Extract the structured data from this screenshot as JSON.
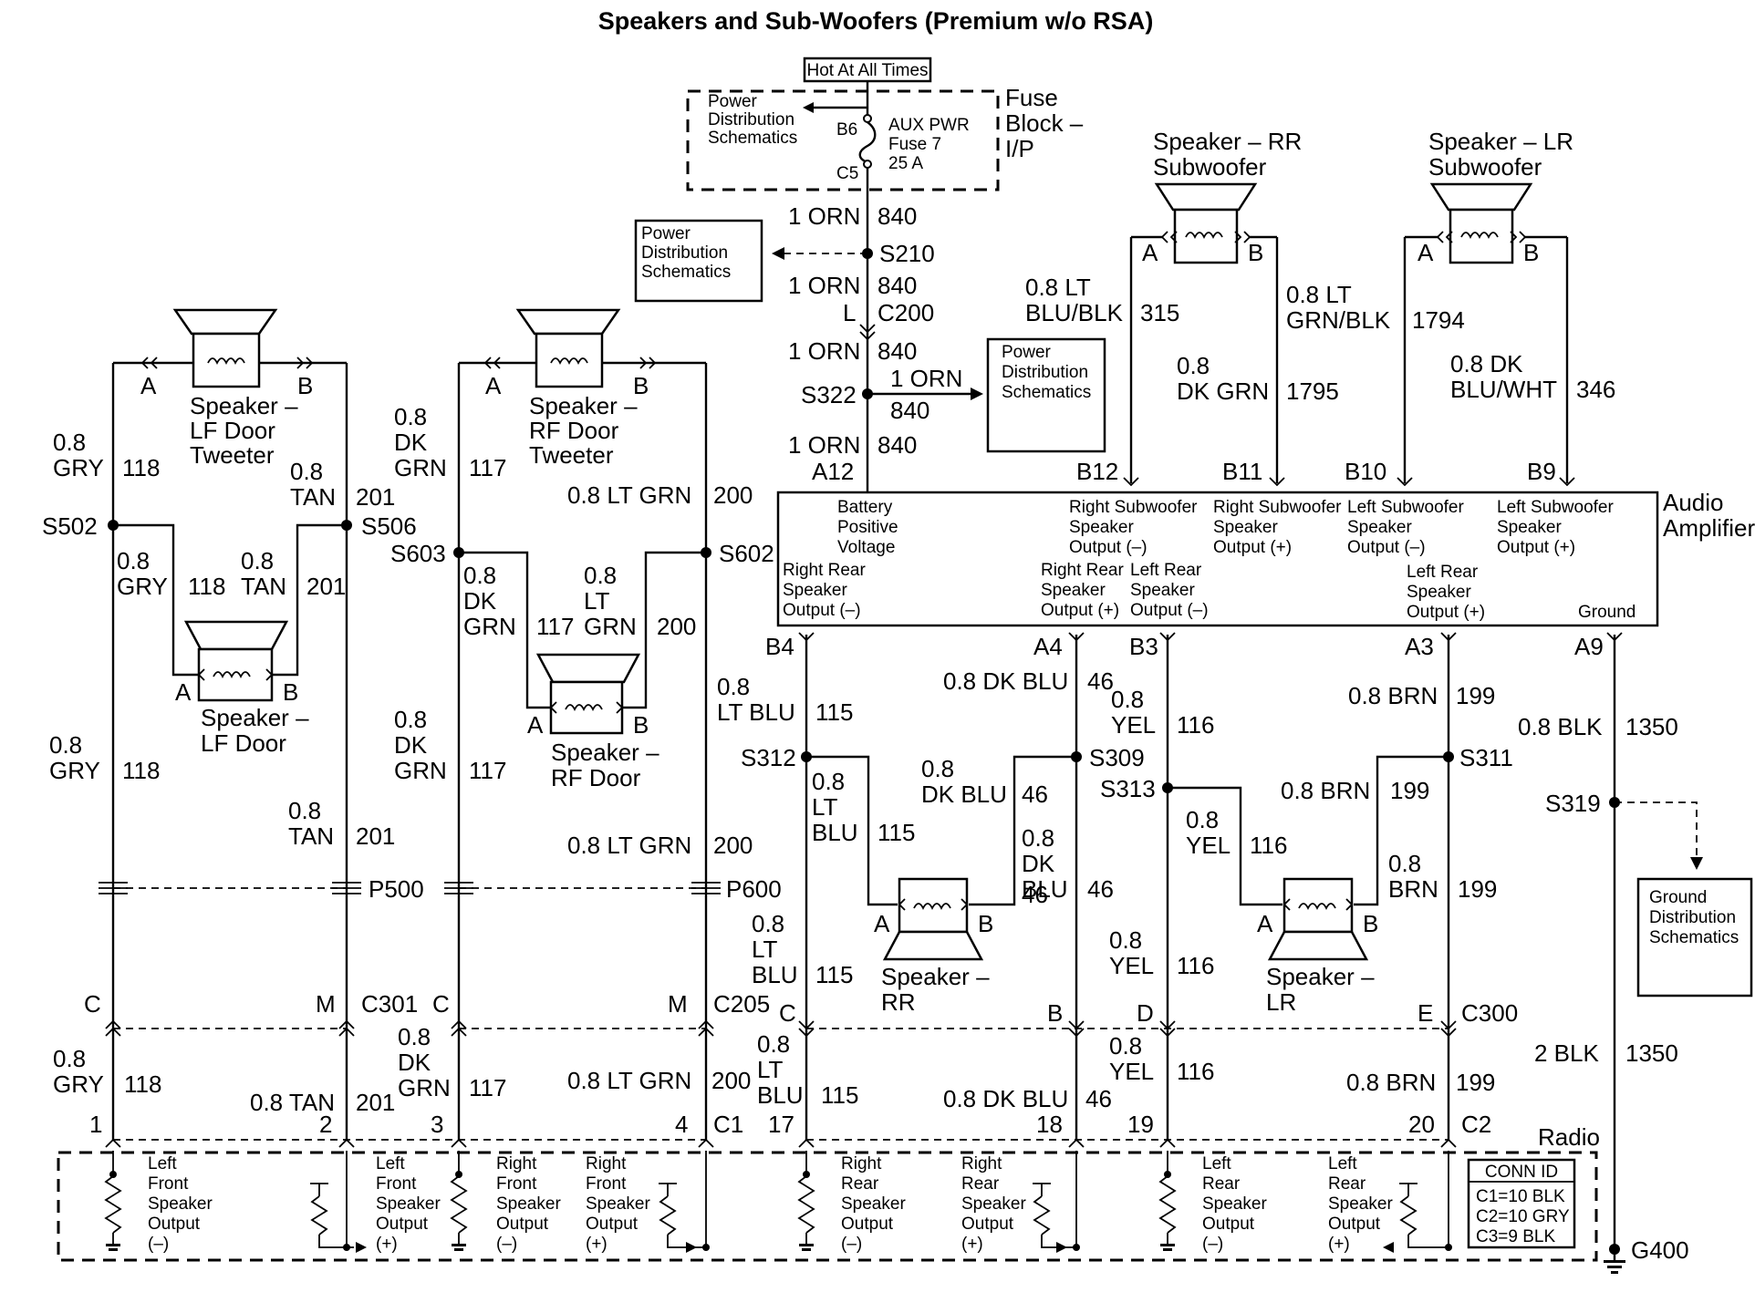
{
  "title": "Speakers and Sub-Woofers (Premium w/o RSA)",
  "fuse": {
    "hot_label": "Hot At All Times",
    "block_label": [
      "Fuse",
      "Block –",
      "I/P"
    ],
    "pins": {
      "top": "B6",
      "bottom": "C5"
    },
    "fuse_label": [
      "AUX PWR",
      "Fuse 7",
      "25 A"
    ],
    "pds_label": [
      "Power",
      "Distribution",
      "Schematics"
    ]
  },
  "power_distribution": [
    "Power",
    "Distribution",
    "Schematics"
  ],
  "ground_distribution": [
    "Ground",
    "Distribution",
    "Schematics"
  ],
  "feed": {
    "w1": [
      "1 ORN",
      "840"
    ],
    "splice_s210": "S210",
    "w2": [
      "1 ORN",
      "840"
    ],
    "c200": [
      "L",
      "C200"
    ],
    "w3": [
      "1 ORN",
      "840"
    ],
    "splice_s322": "S322",
    "branch": [
      "1 ORN",
      "840"
    ],
    "w4": [
      "1 ORN",
      "840"
    ],
    "pin": "A12"
  },
  "amplifier": {
    "label": [
      "Audio",
      "Amplifier"
    ],
    "top_pins": [
      "B12",
      "B11",
      "B10",
      "B9"
    ],
    "bottom_pins": [
      "B4",
      "A4",
      "B3",
      "A3",
      "A9"
    ],
    "terminals": {
      "battery": [
        "Battery",
        "Positive",
        "Voltage"
      ],
      "rsub_neg": [
        "Right Subwoofer",
        "Speaker",
        "Output (–)"
      ],
      "rsub_pos": [
        "Right Subwoofer",
        "Speaker",
        "Output (+)"
      ],
      "lsub_neg": [
        "Left Subwoofer",
        "Speaker",
        "Output (–)"
      ],
      "lsub_pos": [
        "Left Subwoofer",
        "Speaker",
        "Output (+)"
      ],
      "rr_neg": [
        "Right Rear",
        "Speaker",
        "Output (–)"
      ],
      "rr_pos": [
        "Right Rear",
        "Speaker",
        "Output (+)"
      ],
      "lr_neg": [
        "Left Rear",
        "Speaker",
        "Output (–)"
      ],
      "lr_pos": [
        "Left Rear",
        "Speaker",
        "Output (+)"
      ],
      "ground": "Ground"
    }
  },
  "subwoofers": {
    "rr": {
      "label": [
        "Speaker – RR",
        "Subwoofer"
      ],
      "pin_a": "A",
      "pin_b": "B"
    },
    "lr": {
      "label": [
        "Speaker – LR",
        "Subwoofer"
      ],
      "pin_a": "A",
      "pin_b": "B"
    },
    "w315": [
      "0.8 LT",
      "BLU/BLK",
      "315"
    ],
    "w1795": [
      "0.8",
      "DK GRN",
      "1795"
    ],
    "w1794": [
      "0.8 LT",
      "GRN/BLK",
      "1794"
    ],
    "w346": [
      "0.8 DK",
      "BLU/WHT",
      "346"
    ]
  },
  "speakers": {
    "lf_tweeter": [
      "Speaker –",
      "LF Door",
      "Tweeter"
    ],
    "rf_tweeter": [
      "Speaker –",
      "RF Door",
      "Tweeter"
    ],
    "lf_door": [
      "Speaker –",
      "LF Door"
    ],
    "rf_door": [
      "Speaker –",
      "RF Door"
    ],
    "rr": [
      "Speaker –",
      "RR"
    ],
    "lr": [
      "Speaker –",
      "LR"
    ],
    "pin_a": "A",
    "pin_b": "B"
  },
  "splices": {
    "s502": "S502",
    "s506": "S506",
    "s603": "S603",
    "s602": "S602",
    "s312": "S312",
    "s309": "S309",
    "s313": "S313",
    "s311": "S311",
    "s319": "S319"
  },
  "wires": {
    "gry": "0.8 GRY",
    "gry_a": "0.8",
    "gry_b": "GRY",
    "c118": "118",
    "tan": "0.8 TAN",
    "tan_a": "0.8",
    "tan_b": "TAN",
    "c201": "201",
    "dkgrn_a": "0.8",
    "dkgrn_b": "DK",
    "dkgrn_c": "GRN",
    "c117": "117",
    "ltgrn": "0.8 LT GRN",
    "ltgrn_a": "0.8",
    "ltgrn_b": "LT",
    "ltgrn_c": "GRN",
    "c200": "200",
    "ltblu_a": "0.8",
    "ltblu_b": "LT BLU",
    "ltblu_c": "LT",
    "ltblu_d": "BLU",
    "c115": "115",
    "dkblu": "0.8 DK BLU",
    "dkblu_b": "DK BLU",
    "dkblu_c": "DK",
    "dkblu_d": "BLU",
    "c46": "46",
    "yel_a": "0.8",
    "yel_b": "YEL",
    "c116": "116",
    "brn": "0.8 BRN",
    "brn_a": "0.8",
    "brn_b": "BRN",
    "c199": "199",
    "blk": "0.8 BLK",
    "blk2": "2 BLK",
    "c1350": "1350"
  },
  "connectors": {
    "p500": "P500",
    "p600": "P600",
    "c301": "C301",
    "c205": "C205",
    "c300": "C300",
    "c1": "C1",
    "c2": "C2",
    "g400": "G400",
    "pin_c": "C",
    "pin_m": "M",
    "pin_b": "B",
    "pin_d": "D",
    "pin_e": "E",
    "r1": "1",
    "r2": "2",
    "r3": "3",
    "r4": "4",
    "r17": "17",
    "r18": "18",
    "r19": "19",
    "r20": "20"
  },
  "radio": {
    "label": "Radio",
    "outputs": [
      [
        "Left",
        "Front",
        "Speaker",
        "Output",
        "(–)"
      ],
      [
        "Left",
        "Front",
        "Speaker",
        "Output",
        "(+)"
      ],
      [
        "Right",
        "Front",
        "Speaker",
        "Output",
        "(–)"
      ],
      [
        "Right",
        "Front",
        "Speaker",
        "Output",
        "(+)"
      ],
      [
        "Right",
        "Rear",
        "Speaker",
        "Output",
        "(–)"
      ],
      [
        "Right",
        "Rear",
        "Speaker",
        "Output",
        "(+)"
      ],
      [
        "Left",
        "Rear",
        "Speaker",
        "Output",
        "(–)"
      ],
      [
        "Left",
        "Rear",
        "Speaker",
        "Output",
        "(+)"
      ]
    ],
    "conn_id": [
      "CONN ID",
      "C1=10 BLK",
      "C2=10 GRY",
      "C3=9 BLK"
    ]
  }
}
